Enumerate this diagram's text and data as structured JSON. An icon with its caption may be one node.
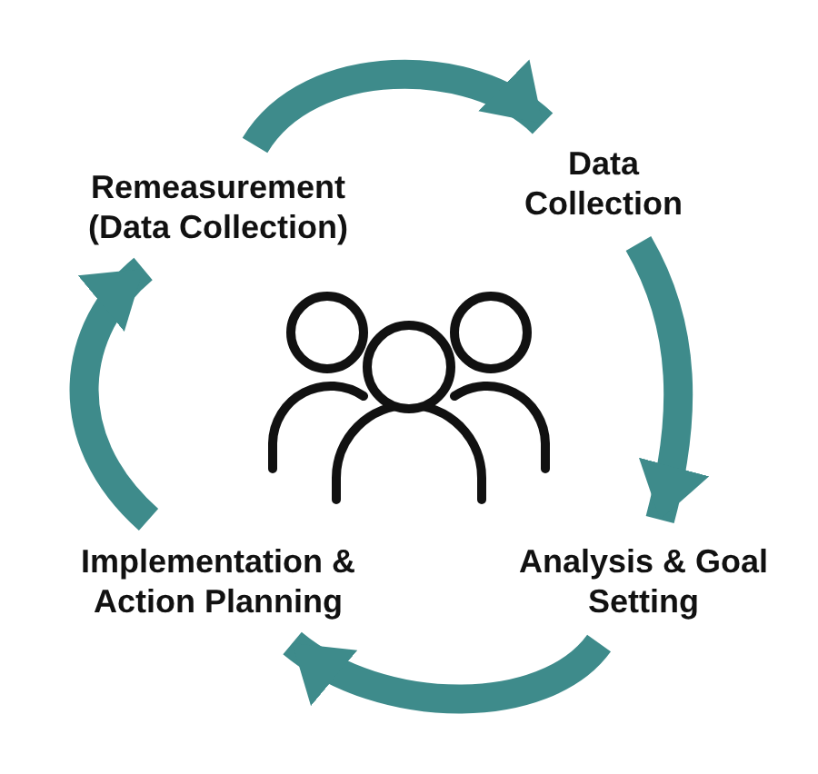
{
  "diagram": {
    "nodes": [
      {
        "text": [
          "Remeasurement (Data Collection)"
        ]
      },
      {
        "text": [
          "Data Collection"
        ]
      },
      {
        "text": [
          "Analysis & Goal Setting"
        ]
      },
      {
        "text": [
          "Implementation & Action Planning"
        ]
      }
    ],
    "edges": [
      {
        "from": 0,
        "to": 1,
        "arrow": "to"
      },
      {
        "from": 1,
        "to": 2,
        "arrow": "to"
      },
      {
        "from": 2,
        "to": 3,
        "arrow": "to"
      },
      {
        "from": 3,
        "to": 0,
        "arrow": "to"
      }
    ]
  }
}
